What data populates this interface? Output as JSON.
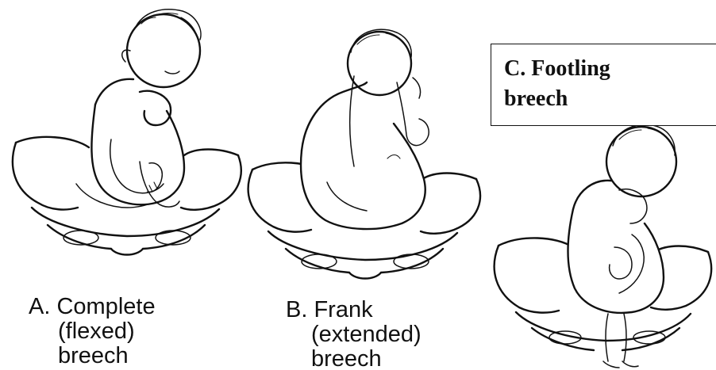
{
  "figure": {
    "panel_a": {
      "caption_lines": [
        "A. Complete",
        "(flexed)",
        "breech"
      ]
    },
    "panel_b": {
      "caption_lines": [
        "B. Frank",
        "(extended)",
        "breech"
      ]
    },
    "panel_c": {
      "caption_lines": [
        "C. Footling",
        "breech"
      ]
    }
  }
}
